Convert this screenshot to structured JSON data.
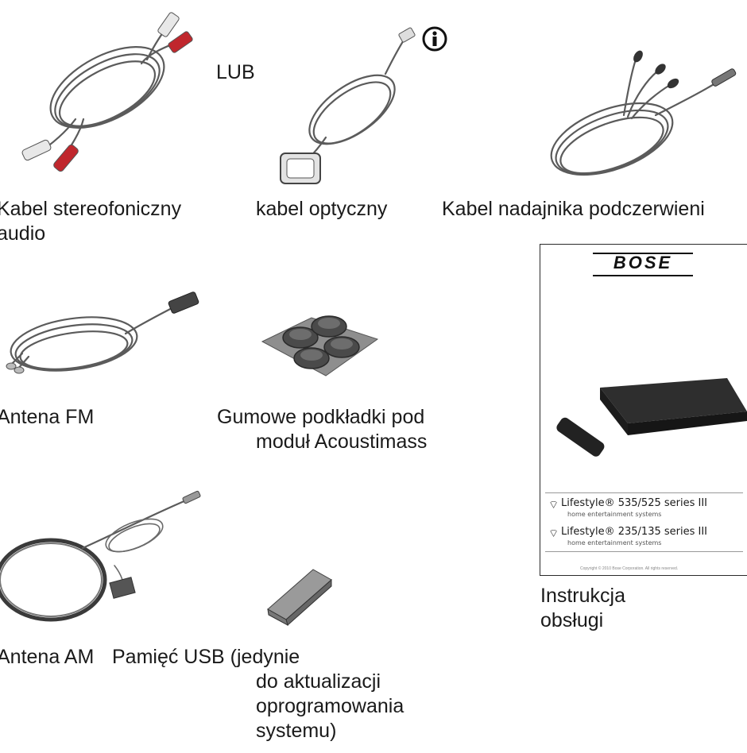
{
  "labels": {
    "or_word": "LUB",
    "info_symbol": "i",
    "stereo_cable_line1": "Kabel stereofoniczny",
    "stereo_cable_line2": "audio",
    "optical_cable": "kabel optyczny",
    "ir_cable": "Kabel nadajnika podczerwieni",
    "fm_antenna": "Antena FM",
    "rubber_feet_line1": "Gumowe podkładki pod",
    "rubber_feet_line2": "moduł Acoustimass",
    "am_antenna": "Antena AM",
    "usb_line1": "Pamięć USB (jedynie",
    "usb_line2": "do aktualizacji",
    "usb_line3": "oprogramowania",
    "usb_line4": "systemu)",
    "manual_line1": "Instrukcja",
    "manual_line2": "obsługi"
  },
  "manual_cover": {
    "brand": "BOSE",
    "series_1": "Lifestyle® 535/525 series III",
    "series_1_sub": "home entertainment systems",
    "series_2": "Lifestyle® 235/135 series III",
    "series_2_sub": "home entertainment systems",
    "copyright": "Copyright © 2010 Bose Corporation. All rights reserved."
  },
  "icons": [
    "stereo-rca-cable-icon",
    "info-icon",
    "optical-cable-icon",
    "ir-emitter-cable-icon",
    "fm-antenna-icon",
    "rubber-feet-icon",
    "am-antenna-icon",
    "usb-stick-icon",
    "owners-guide-icon"
  ],
  "colors": {
    "rca_red": "#c0272d",
    "rca_white": "#e8e8e8",
    "cable_gray": "#5b5b5b",
    "pad_gray": "#6d6d6d"
  }
}
